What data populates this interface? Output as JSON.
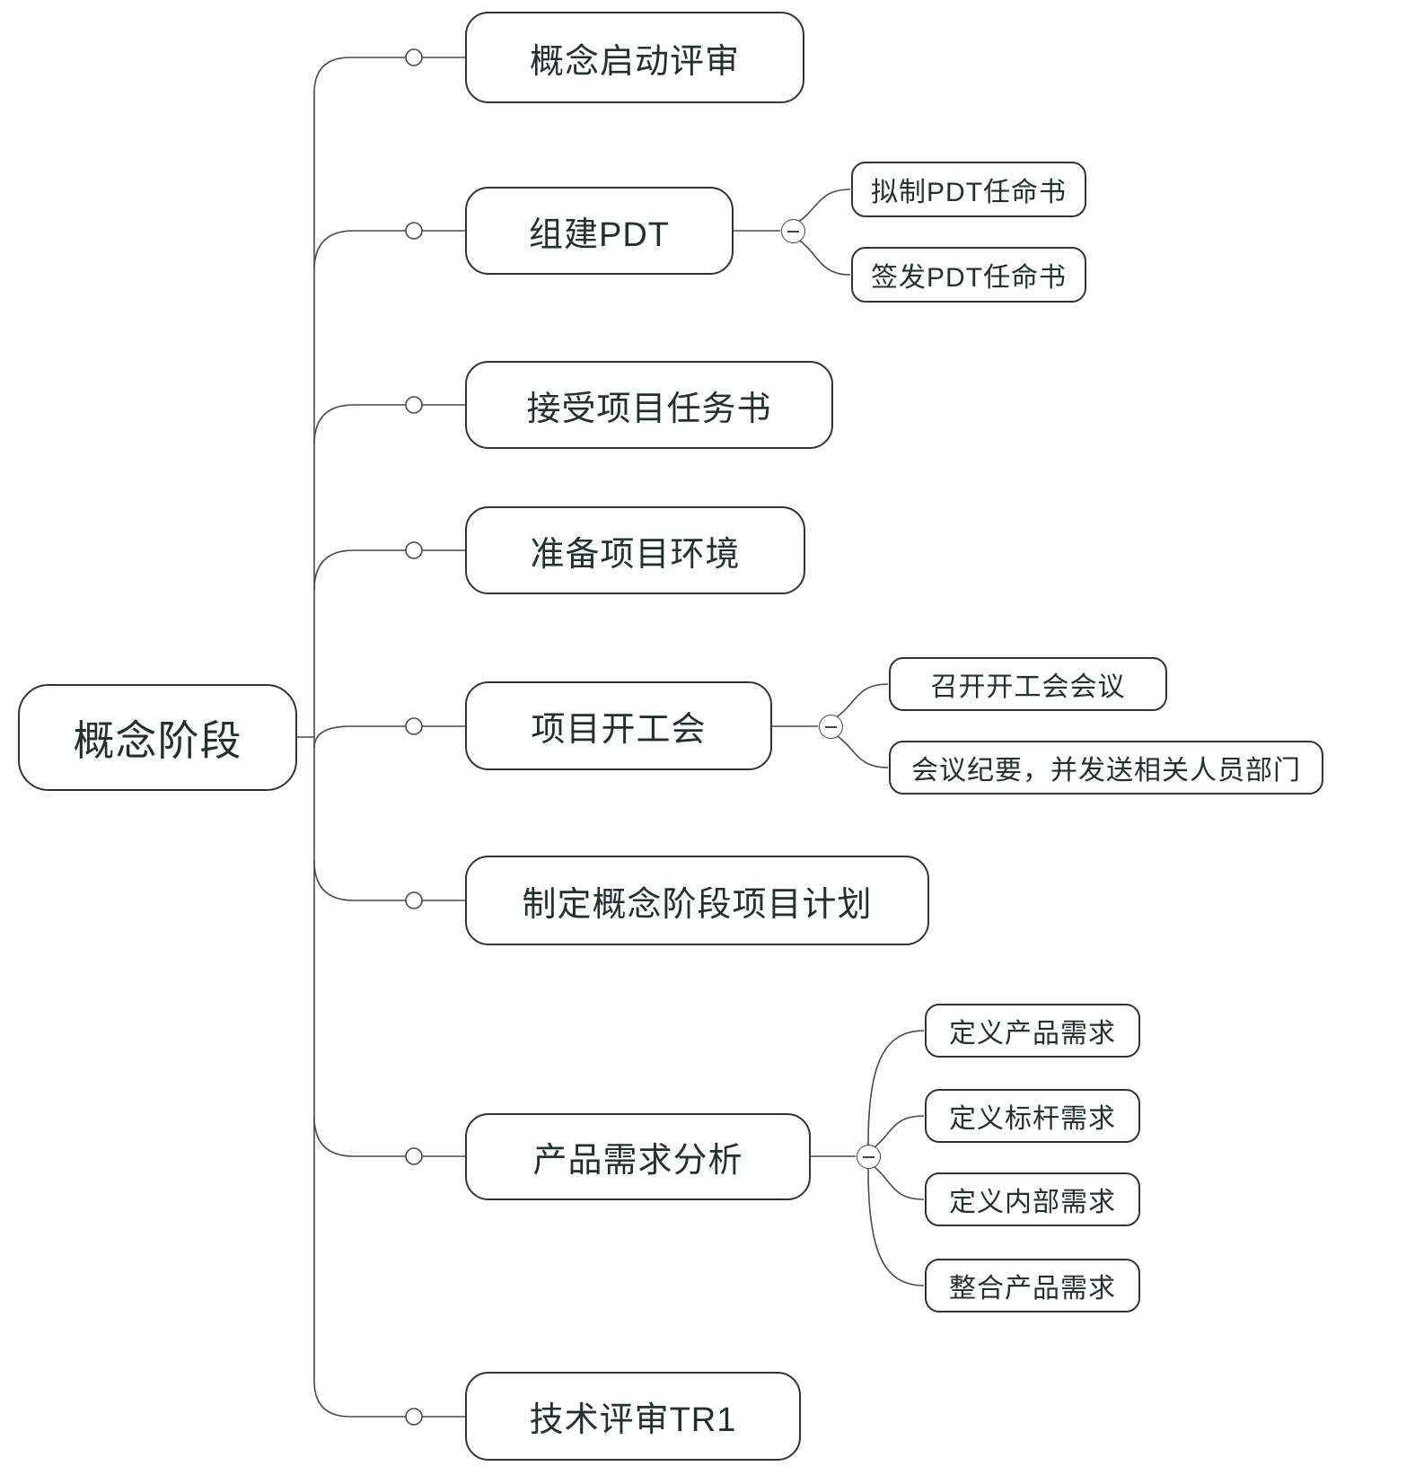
{
  "diagram": {
    "colors": {
      "background": "#ffffff",
      "node_border": "#333333",
      "text": "#213130",
      "line": "#4a4a4a"
    },
    "collapse_icon": "minus",
    "root": {
      "label": "概念阶段"
    },
    "children": [
      {
        "label": "概念启动评审",
        "children": []
      },
      {
        "label": "组建PDT",
        "children": [
          {
            "label": "拟制PDT任命书"
          },
          {
            "label": "签发PDT任命书"
          }
        ]
      },
      {
        "label": "接受项目任务书",
        "children": []
      },
      {
        "label": "准备项目环境",
        "children": []
      },
      {
        "label": "项目开工会",
        "children": [
          {
            "label": "召开开工会会议"
          },
          {
            "label": "会议纪要，并发送相关人员部门"
          }
        ]
      },
      {
        "label": "制定概念阶段项目计划",
        "children": []
      },
      {
        "label": "产品需求分析",
        "children": [
          {
            "label": "定义产品需求"
          },
          {
            "label": "定义标杆需求"
          },
          {
            "label": "定义内部需求"
          },
          {
            "label": "整合产品需求"
          }
        ]
      },
      {
        "label": "技术评审TR1",
        "children": []
      }
    ]
  }
}
